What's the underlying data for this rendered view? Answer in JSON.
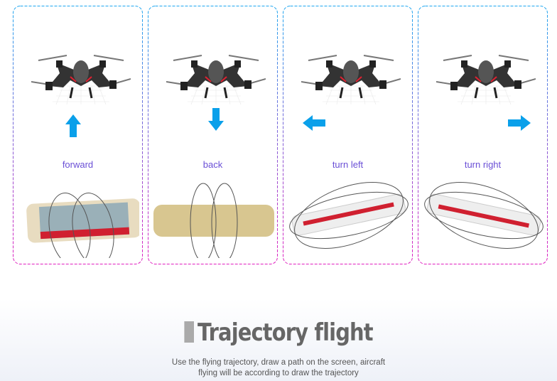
{
  "cards": [
    {
      "label": "forward",
      "arrow": "arrow-up"
    },
    {
      "label": "back",
      "arrow": "arrow-down"
    },
    {
      "label": "turn left",
      "arrow": "arrow-left"
    },
    {
      "label": "turn right",
      "arrow": "arrow-right"
    }
  ],
  "section": {
    "title": "Trajectory flight",
    "description_line1": "Use the flying trajectory, draw a path on the screen, aircraft",
    "description_line2": "flying will be according to draw the trajectory"
  },
  "colors": {
    "accent_arrow": "#0aa0ea",
    "label": "#6a4fd6",
    "border_top": "#1ea7f0",
    "border_bottom": "#e020c0"
  }
}
